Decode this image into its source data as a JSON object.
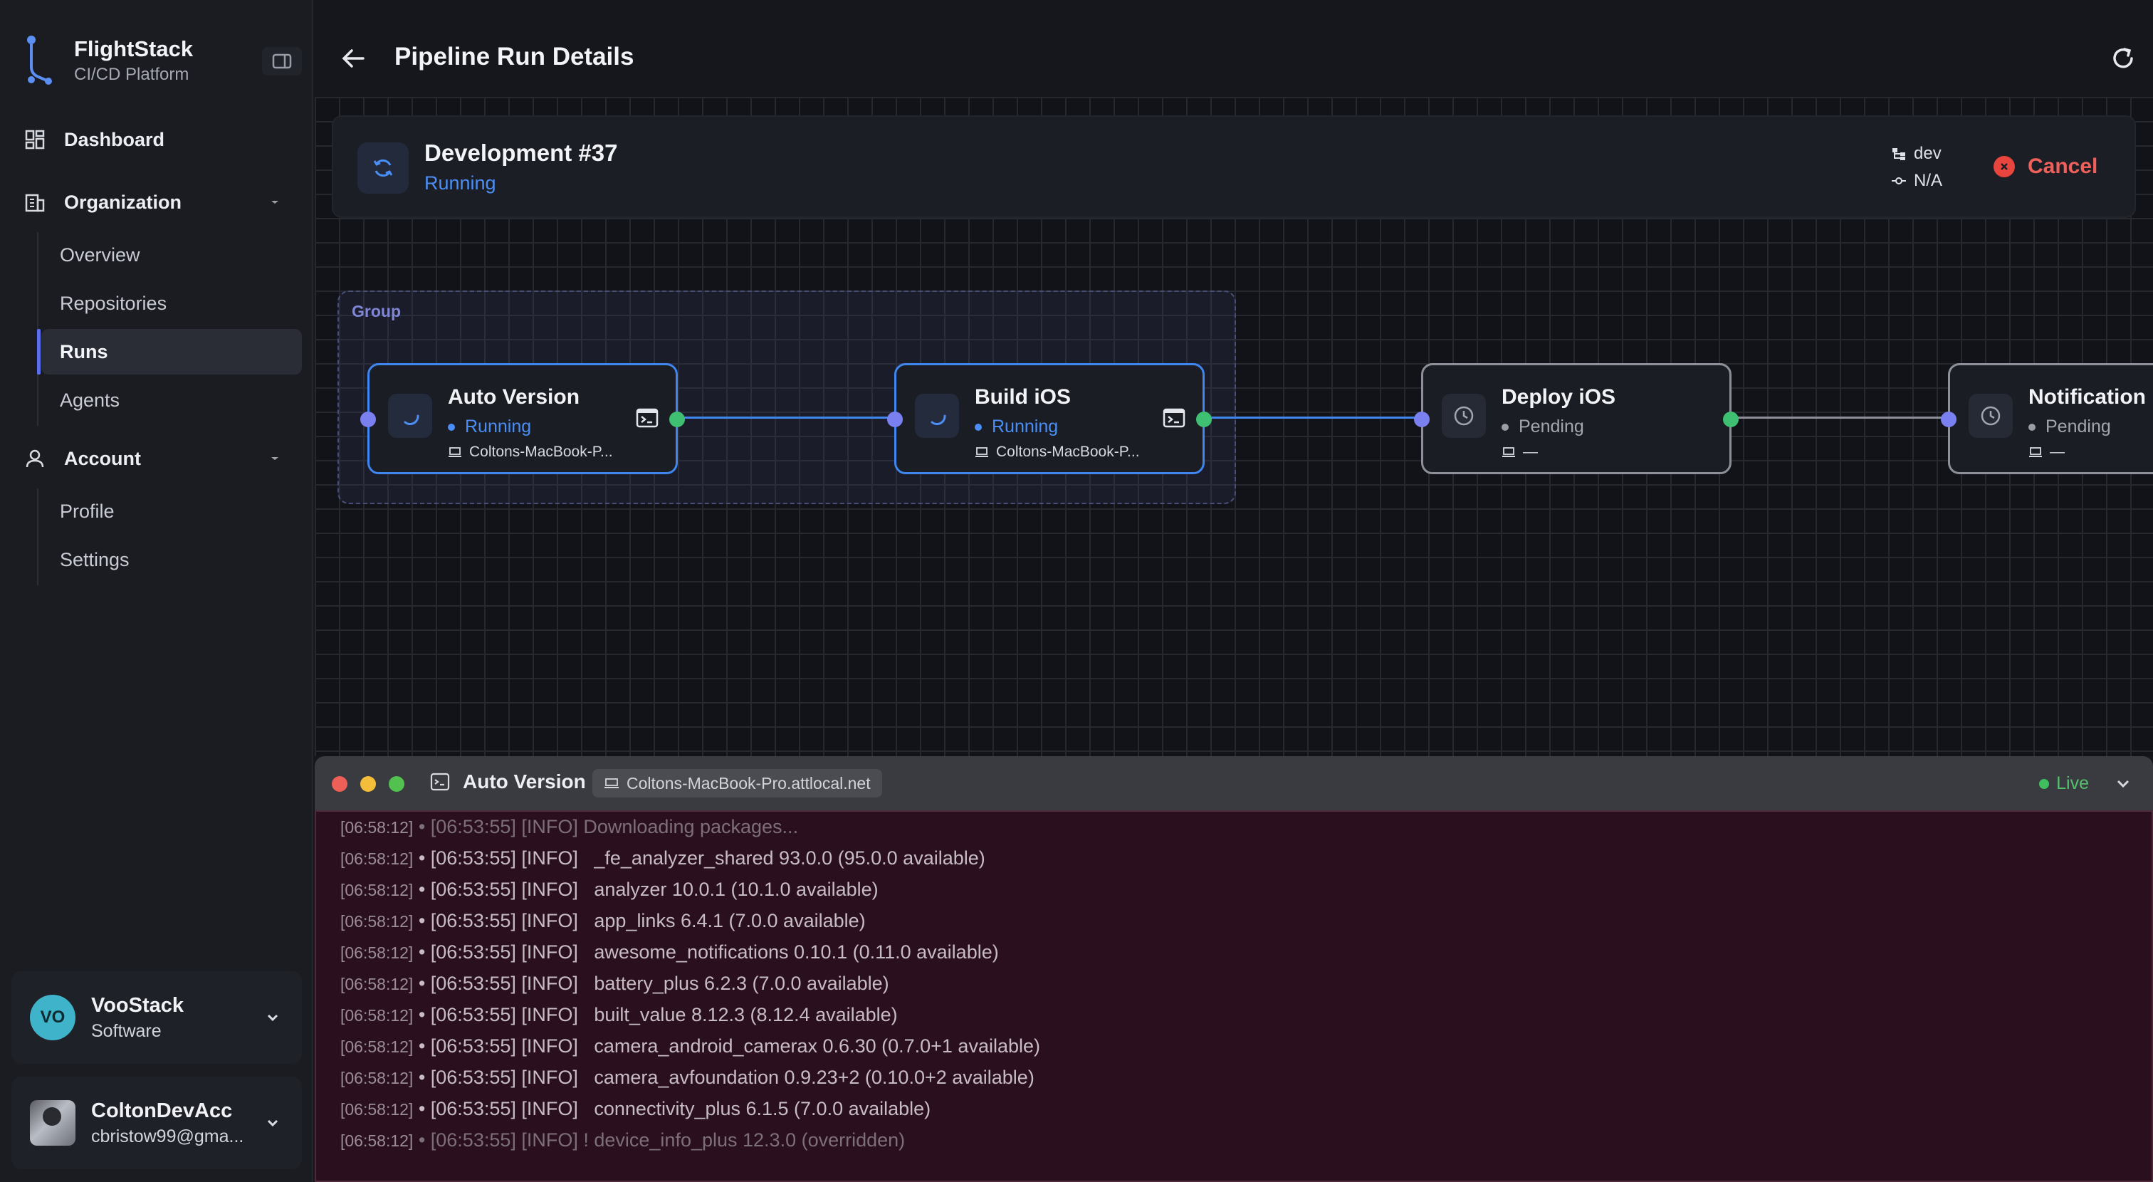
{
  "brand": {
    "name": "FlightStack",
    "subtitle": "CI/CD Platform"
  },
  "nav": {
    "dashboard": "Dashboard",
    "organization": "Organization",
    "org_items": [
      "Overview",
      "Repositories",
      "Runs",
      "Agents"
    ],
    "account": "Account",
    "account_items": [
      "Profile",
      "Settings"
    ],
    "active": "Runs"
  },
  "accounts": [
    {
      "initials": "VO",
      "name": "VooStack",
      "sub": "Software"
    },
    {
      "name": "ColtonDevAcc",
      "sub": "cbristow99@gma..."
    }
  ],
  "header": {
    "title": "Pipeline Run Details"
  },
  "run": {
    "name": "Development #37",
    "status": "Running",
    "branch": "dev",
    "commit": "N/A",
    "cancel_label": "Cancel"
  },
  "graph": {
    "group_label": "Group",
    "nodes": [
      {
        "title": "Auto Version",
        "status": "Running",
        "agent": "Coltons-MacBook-P..."
      },
      {
        "title": "Build iOS",
        "status": "Running",
        "agent": "Coltons-MacBook-P..."
      },
      {
        "title": "Deploy iOS",
        "status": "Pending",
        "agent": "—"
      },
      {
        "title": "Notification",
        "status": "Pending",
        "agent": "—"
      }
    ]
  },
  "log_panel": {
    "title": "Auto Version",
    "host": "Coltons-MacBook-Pro.attlocal.net",
    "live_label": "Live",
    "lines": [
      {
        "ts": "[06:58:12]",
        "text": " • [06:53:55] [INFO] Downloading packages..."
      },
      {
        "ts": "[06:58:12]",
        "text": " • [06:53:55] [INFO]   _fe_analyzer_shared 93.0.0 (95.0.0 available)"
      },
      {
        "ts": "[06:58:12]",
        "text": " • [06:53:55] [INFO]   analyzer 10.0.1 (10.1.0 available)"
      },
      {
        "ts": "[06:58:12]",
        "text": " • [06:53:55] [INFO]   app_links 6.4.1 (7.0.0 available)"
      },
      {
        "ts": "[06:58:12]",
        "text": " • [06:53:55] [INFO]   awesome_notifications 0.10.1 (0.11.0 available)"
      },
      {
        "ts": "[06:58:12]",
        "text": " • [06:53:55] [INFO]   battery_plus 6.2.3 (7.0.0 available)"
      },
      {
        "ts": "[06:58:12]",
        "text": " • [06:53:55] [INFO]   built_value 8.12.3 (8.12.4 available)"
      },
      {
        "ts": "[06:58:12]",
        "text": " • [06:53:55] [INFO]   camera_android_camerax 0.6.30 (0.7.0+1 available)"
      },
      {
        "ts": "[06:58:12]",
        "text": " • [06:53:55] [INFO]   camera_avfoundation 0.9.23+2 (0.10.0+2 available)"
      },
      {
        "ts": "[06:58:12]",
        "text": " • [06:53:55] [INFO]   connectivity_plus 6.1.5 (7.0.0 available)"
      },
      {
        "ts": "[06:58:12]",
        "text": " • [06:53:55] [INFO] ! device_info_plus 12.3.0 (overridden)"
      }
    ]
  },
  "colors": {
    "accent": "#4b8ef5",
    "running": "#3f86ef",
    "success": "#3fbf72",
    "danger": "#e8453f",
    "log_bg": "#2a0f1f"
  }
}
